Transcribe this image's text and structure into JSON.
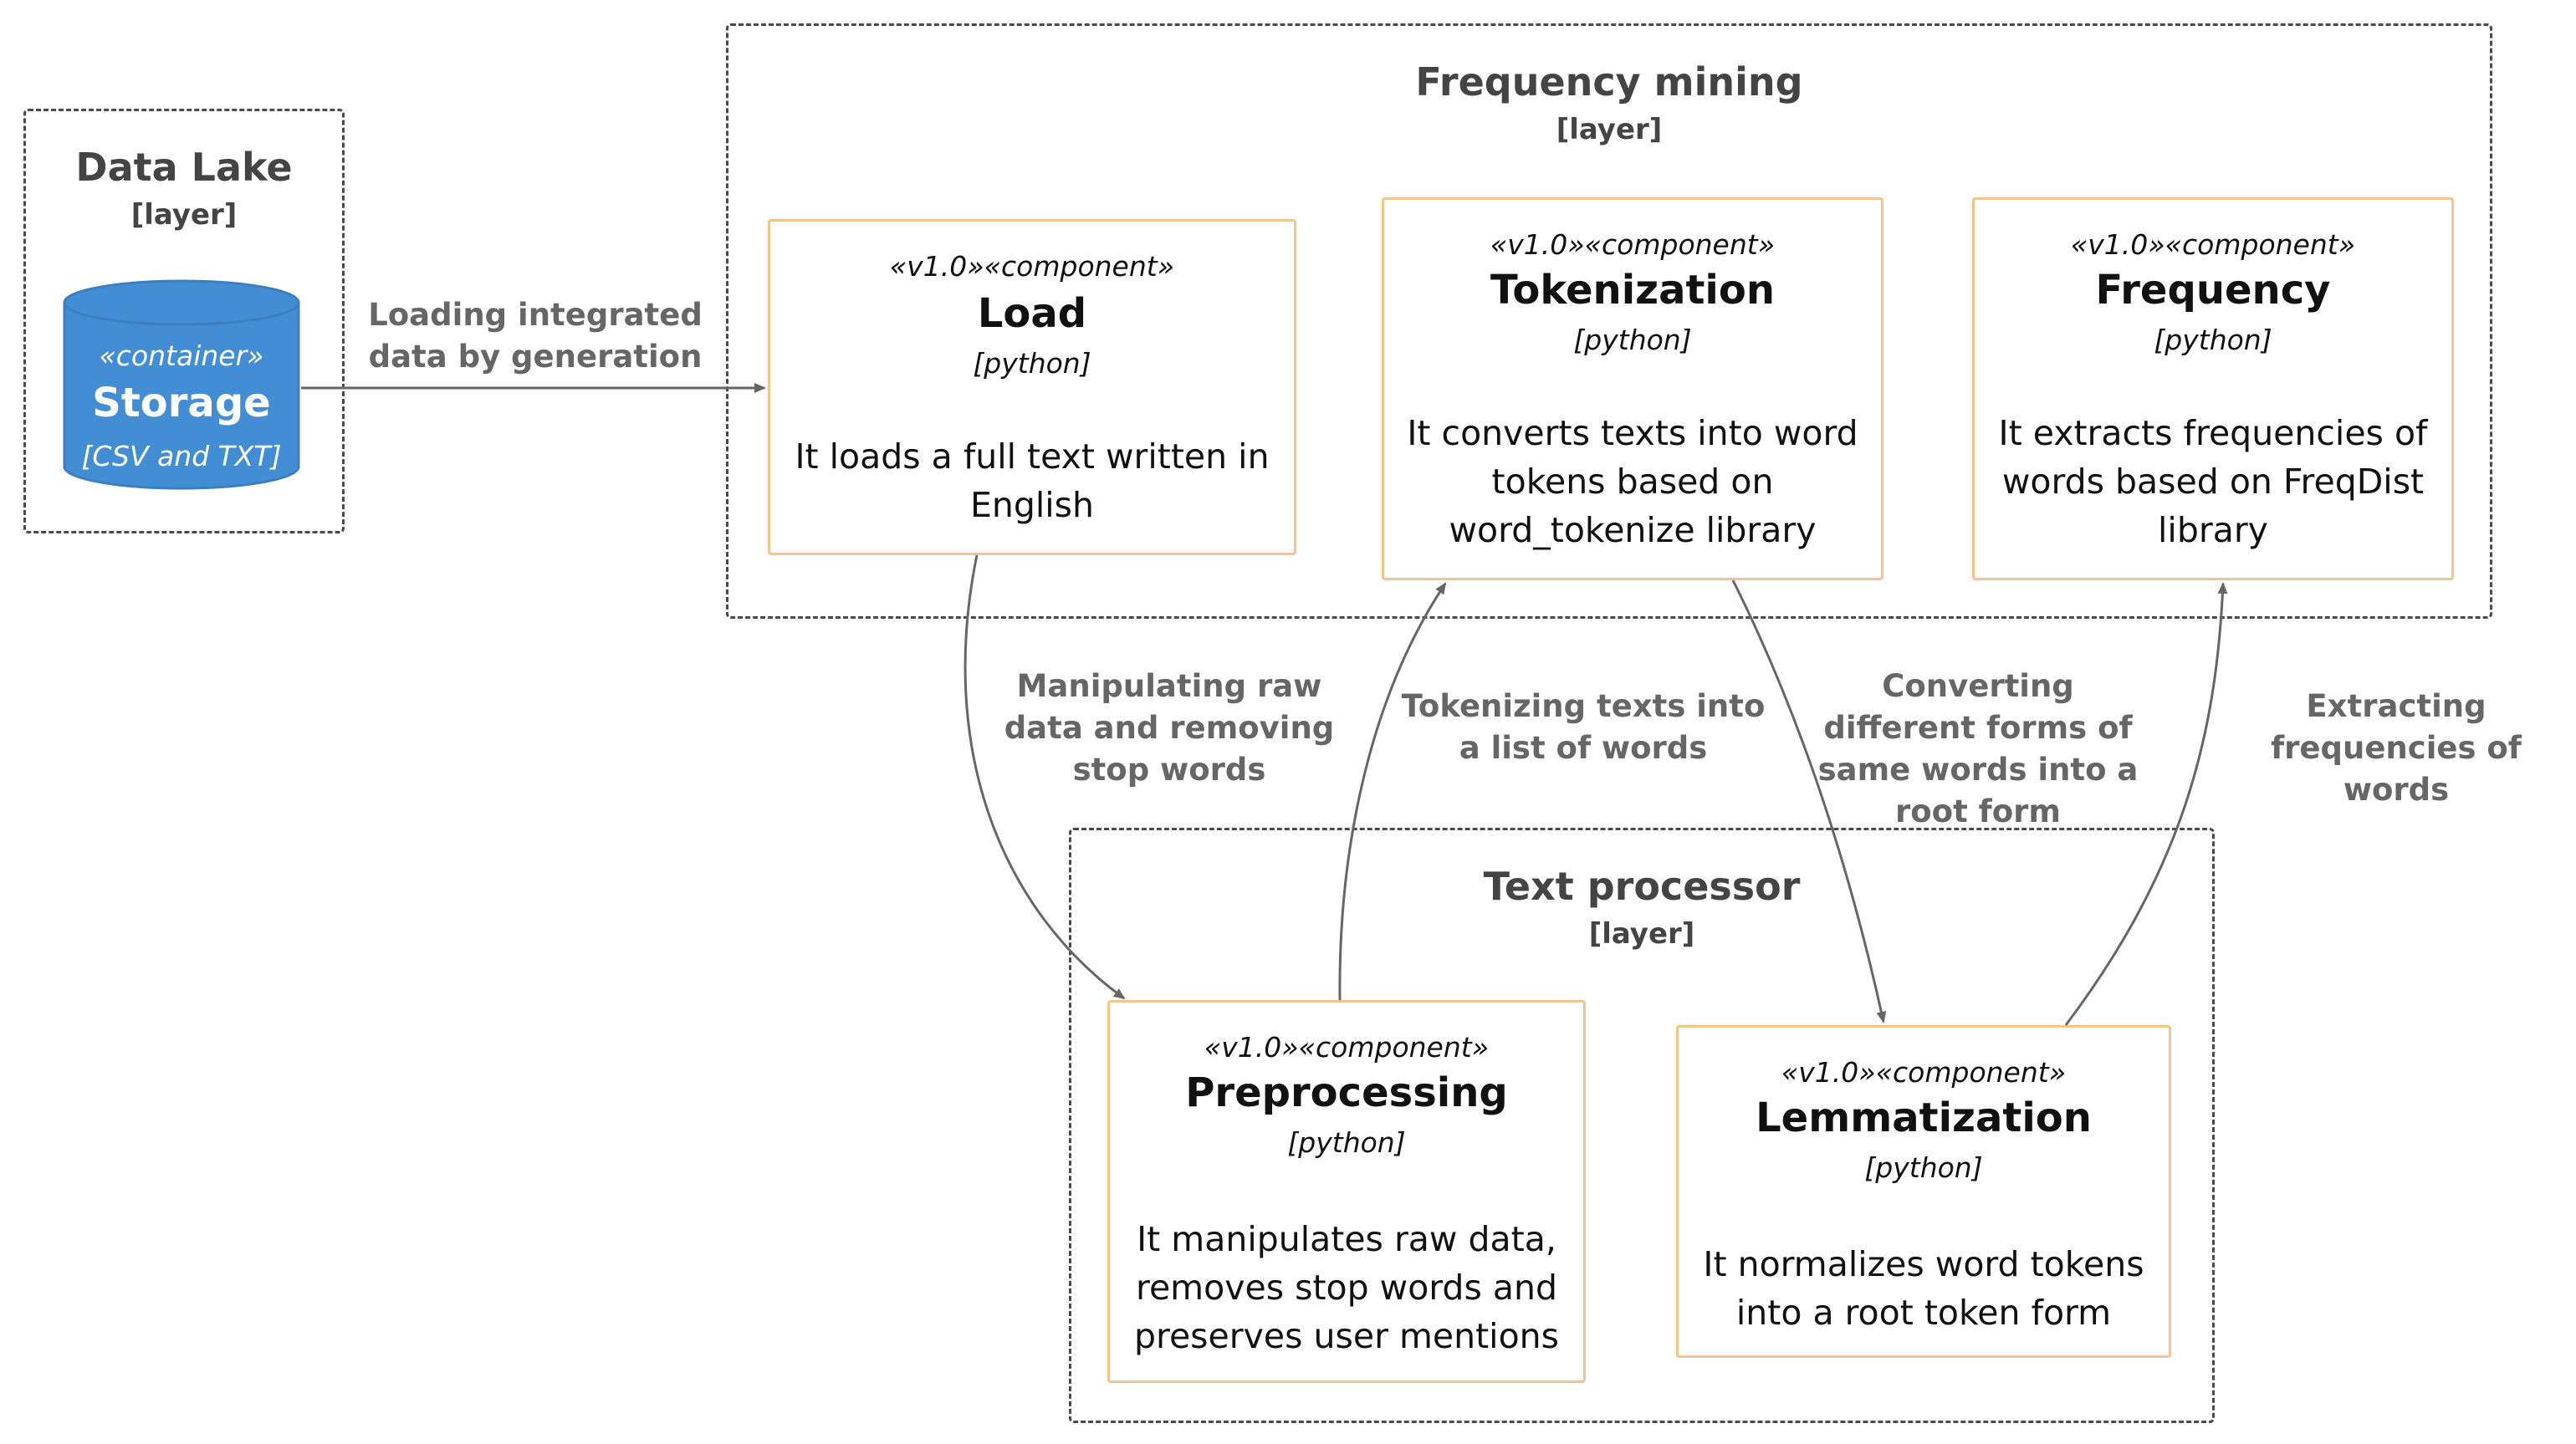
{
  "layers": {
    "data_lake": {
      "title": "Data Lake",
      "tag": "[layer]"
    },
    "frequency_mining": {
      "title": "Frequency mining",
      "tag": "[layer]"
    },
    "text_processor": {
      "title": "Text processor",
      "tag": "[layer]"
    }
  },
  "storage": {
    "stereotype": "«container»",
    "name": "Storage",
    "technology": "[CSV and TXT]"
  },
  "components": {
    "load": {
      "stereotype": "«v1.0»«component»",
      "name": "Load",
      "technology": "[python]",
      "description": "It loads a full text written in English"
    },
    "tokenization": {
      "stereotype": "«v1.0»«component»",
      "name": "Tokenization",
      "technology": "[python]",
      "description": "It converts texts into word tokens based on word_tokenize library"
    },
    "frequency": {
      "stereotype": "«v1.0»«component»",
      "name": "Frequency",
      "technology": "[python]",
      "description": "It extracts frequencies of words based on FreqDist library"
    },
    "preprocessing": {
      "stereotype": "«v1.0»«component»",
      "name": "Preprocessing",
      "technology": "[python]",
      "description": "It manipulates raw data, removes stop words and preserves user mentions"
    },
    "lemmatization": {
      "stereotype": "«v1.0»«component»",
      "name": "Lemmatization",
      "technology": "[python]",
      "description": "It normalizes word tokens into a root token form"
    }
  },
  "relations": {
    "storage_to_load": "Loading integrated data by generation",
    "load_to_preprocessing": "Manipulating raw data and removing stop words",
    "preprocessing_to_tokenization": "Tokenizing texts into a list of words",
    "tokenization_to_lemmatization": "Converting different forms of same words into a root form",
    "lemmatization_to_frequency": "Extracting frequencies of words"
  },
  "colors": {
    "container_fill": "#438dd5",
    "component_border": "#f3c58a",
    "layer_border": "#4a4a4a",
    "arrow": "#666666"
  }
}
